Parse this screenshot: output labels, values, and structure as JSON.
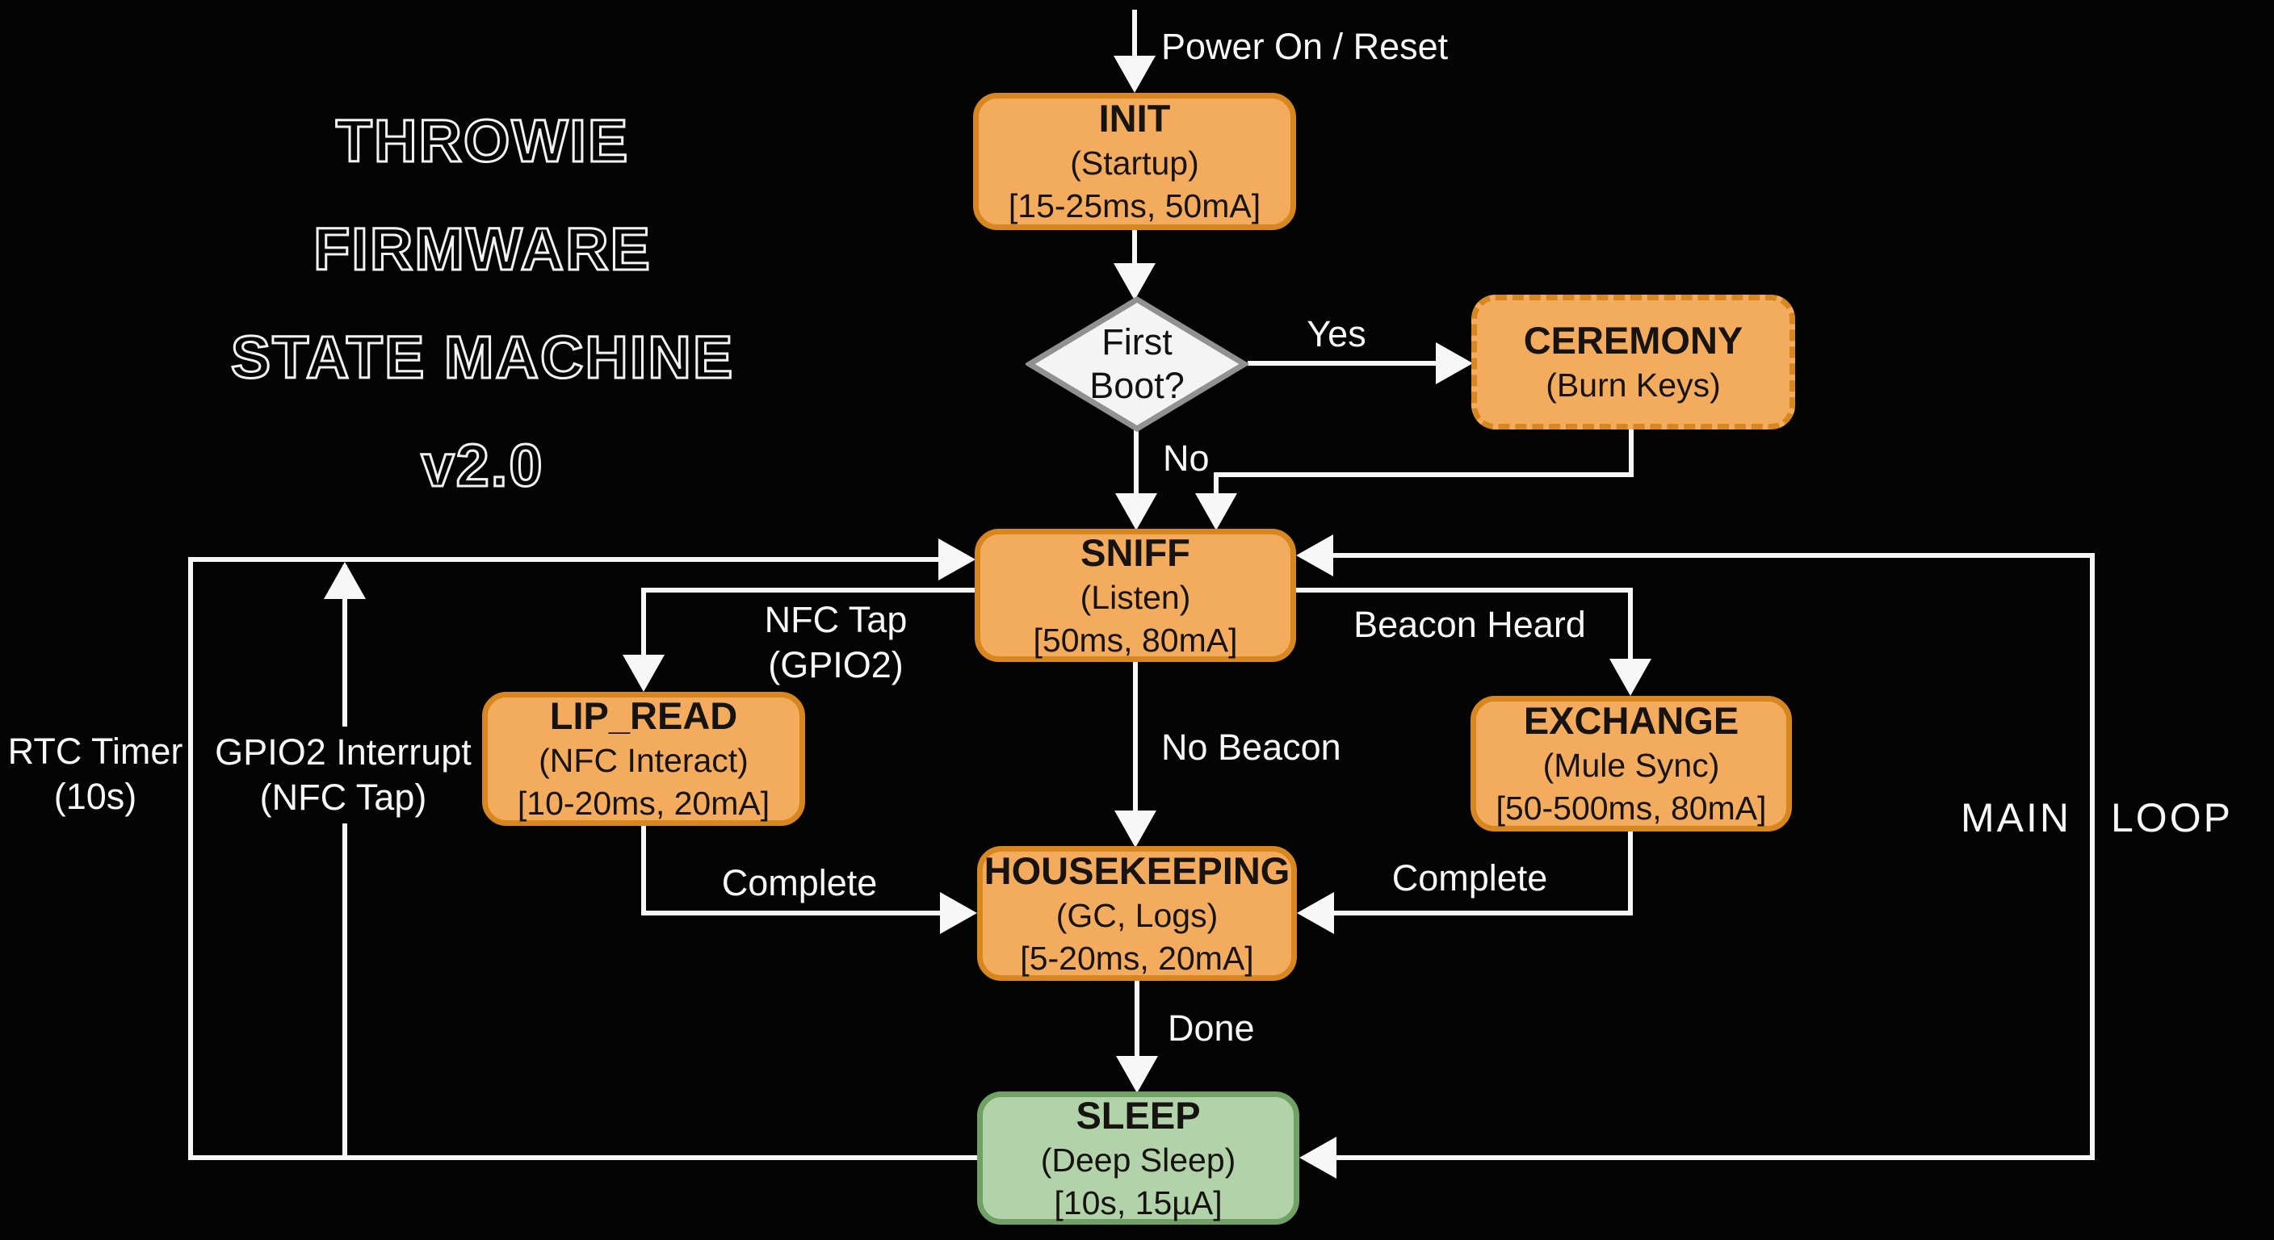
{
  "title": {
    "line1": "THROWIE FIRMWARE",
    "line2": "STATE MACHINE v2.0"
  },
  "nodes": {
    "init": {
      "name": "INIT",
      "subtitle": "(Startup)",
      "spec": "[15-25ms, 50mA]"
    },
    "first_boot": {
      "line1": "First",
      "line2": "Boot?"
    },
    "ceremony": {
      "name": "CEREMONY",
      "subtitle": "(Burn Keys)"
    },
    "sniff": {
      "name": "SNIFF",
      "subtitle": "(Listen)",
      "spec": "[50ms, 80mA]"
    },
    "lip_read": {
      "name": "LIP_READ",
      "subtitle": "(NFC Interact)",
      "spec": "[10-20ms, 20mA]"
    },
    "exchange": {
      "name": "EXCHANGE",
      "subtitle": "(Mule Sync)",
      "spec": "[50-500ms, 80mA]"
    },
    "housekeeping": {
      "name": "HOUSEKEEPING",
      "subtitle": "(GC, Logs)",
      "spec": "[5-20ms, 20mA]"
    },
    "sleep": {
      "name": "SLEEP",
      "subtitle": "(Deep Sleep)",
      "spec": "[10s, 15µA]"
    }
  },
  "edges": {
    "power_on": "Power On / Reset",
    "yes": "Yes",
    "no": "No",
    "nfc_tap_line1": "NFC Tap",
    "nfc_tap_line2": "(GPIO2)",
    "beacon_heard": "Beacon Heard",
    "no_beacon": "No Beacon",
    "complete_left": "Complete",
    "complete_right": "Complete",
    "done": "Done",
    "rtc_line1": "RTC Timer",
    "rtc_line2": "(10s)",
    "gpio2_line1": "GPIO2 Interrupt",
    "gpio2_line2": "(NFC Tap)",
    "main_word1": "MAIN",
    "main_word2": "LOOP"
  },
  "colors": {
    "background": "#040404",
    "line": "#F7F7F7",
    "text": "#F7F7F7",
    "state_fill": "#F3AC5E",
    "state_border": "#D8861E",
    "sleep_fill": "#B2D2A9",
    "sleep_border": "#71A164",
    "decision_fill": "#F4F4F4",
    "decision_border": "#919191",
    "node_text": "#161310"
  }
}
